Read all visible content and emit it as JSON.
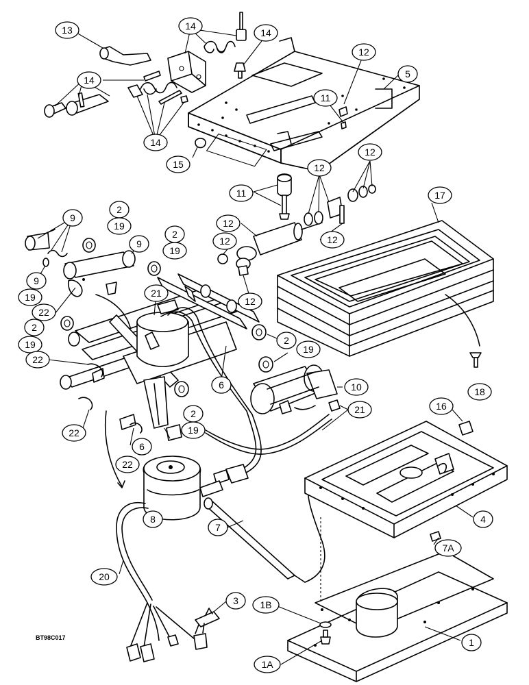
{
  "figure_code": "BT98C017",
  "callouts": [
    {
      "id": "c13",
      "label": "13"
    },
    {
      "id": "c14a",
      "label": "14"
    },
    {
      "id": "c14b",
      "label": "14"
    },
    {
      "id": "c14c",
      "label": "14"
    },
    {
      "id": "c14d",
      "label": "14"
    },
    {
      "id": "c12a",
      "label": "12"
    },
    {
      "id": "c5",
      "label": "5"
    },
    {
      "id": "c11a",
      "label": "11"
    },
    {
      "id": "c15",
      "label": "15"
    },
    {
      "id": "c11b",
      "label": "11"
    },
    {
      "id": "c12b",
      "label": "12"
    },
    {
      "id": "c12c",
      "label": "12"
    },
    {
      "id": "c12d",
      "label": "12"
    },
    {
      "id": "c12e",
      "label": "12"
    },
    {
      "id": "c12f",
      "label": "12"
    },
    {
      "id": "c12g",
      "label": "12"
    },
    {
      "id": "c17",
      "label": "17"
    },
    {
      "id": "c9a",
      "label": "9"
    },
    {
      "id": "c2a",
      "label": "2"
    },
    {
      "id": "c19a",
      "label": "19"
    },
    {
      "id": "c2b",
      "label": "2"
    },
    {
      "id": "c19b",
      "label": "19"
    },
    {
      "id": "c9b",
      "label": "9"
    },
    {
      "id": "c9c",
      "label": "9"
    },
    {
      "id": "c19c",
      "label": "19"
    },
    {
      "id": "c21a",
      "label": "21"
    },
    {
      "id": "c22a",
      "label": "22"
    },
    {
      "id": "c2c",
      "label": "2"
    },
    {
      "id": "c19d",
      "label": "19"
    },
    {
      "id": "c2d",
      "label": "2"
    },
    {
      "id": "c19e",
      "label": "19"
    },
    {
      "id": "c22b",
      "label": "22"
    },
    {
      "id": "c6a",
      "label": "6"
    },
    {
      "id": "c18",
      "label": "18"
    },
    {
      "id": "c10",
      "label": "10"
    },
    {
      "id": "c2e",
      "label": "2"
    },
    {
      "id": "c19f",
      "label": "19"
    },
    {
      "id": "c21b",
      "label": "21"
    },
    {
      "id": "c22c",
      "label": "22"
    },
    {
      "id": "c16",
      "label": "16"
    },
    {
      "id": "c6b",
      "label": "6"
    },
    {
      "id": "c22d",
      "label": "22"
    },
    {
      "id": "c4",
      "label": "4"
    },
    {
      "id": "c8",
      "label": "8"
    },
    {
      "id": "c7",
      "label": "7"
    },
    {
      "id": "c7A",
      "label": "7A"
    },
    {
      "id": "c20",
      "label": "20"
    },
    {
      "id": "c3",
      "label": "3"
    },
    {
      "id": "c1B",
      "label": "1B"
    },
    {
      "id": "c1",
      "label": "1"
    },
    {
      "id": "c1A",
      "label": "1A"
    }
  ]
}
